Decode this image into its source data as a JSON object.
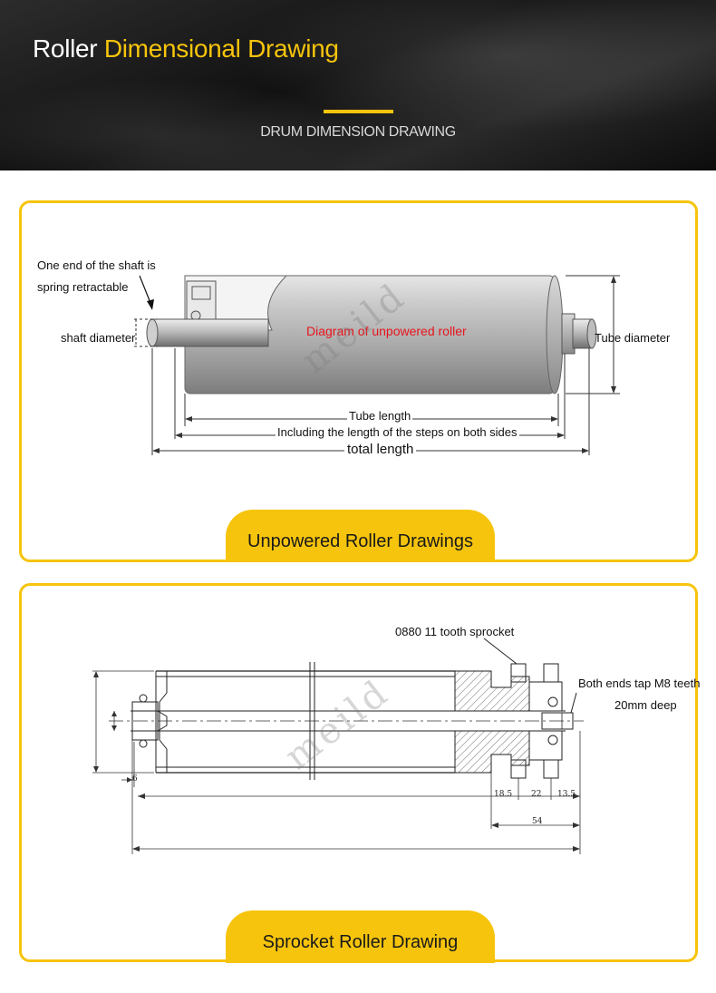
{
  "banner": {
    "title_part1": "Roller",
    "title_part2": "Dimensional Drawing",
    "subtitle": "DRUM DIMENSION DRAWING"
  },
  "unpowered": {
    "label_spring_line1": "One end of the shaft is",
    "label_spring_line2": "spring retractable",
    "label_shaft_diameter": "shaft diameter",
    "diagram_title": "Diagram of unpowered roller",
    "label_tube_diameter": "Tube diameter",
    "label_tube_length": "Tube length",
    "label_steps": "Including the length of the steps on both sides",
    "label_total_length": "total length",
    "watermark": "meild",
    "tab_label": "Unpowered Roller Drawings"
  },
  "sprocket": {
    "label_sprocket": "0880 11 tooth sprocket",
    "label_tap_line1": "Both ends tap M8 teeth",
    "label_tap_line2": "20mm deep",
    "dim_6": "6",
    "dim_18_5": "18.5",
    "dim_22": "22",
    "dim_13_5": "13.5",
    "dim_54": "54",
    "watermark": "meild",
    "tab_label": "Sprocket Roller Drawing"
  },
  "colors": {
    "accent": "#f6c40c",
    "diagram_red": "#e8141c"
  }
}
